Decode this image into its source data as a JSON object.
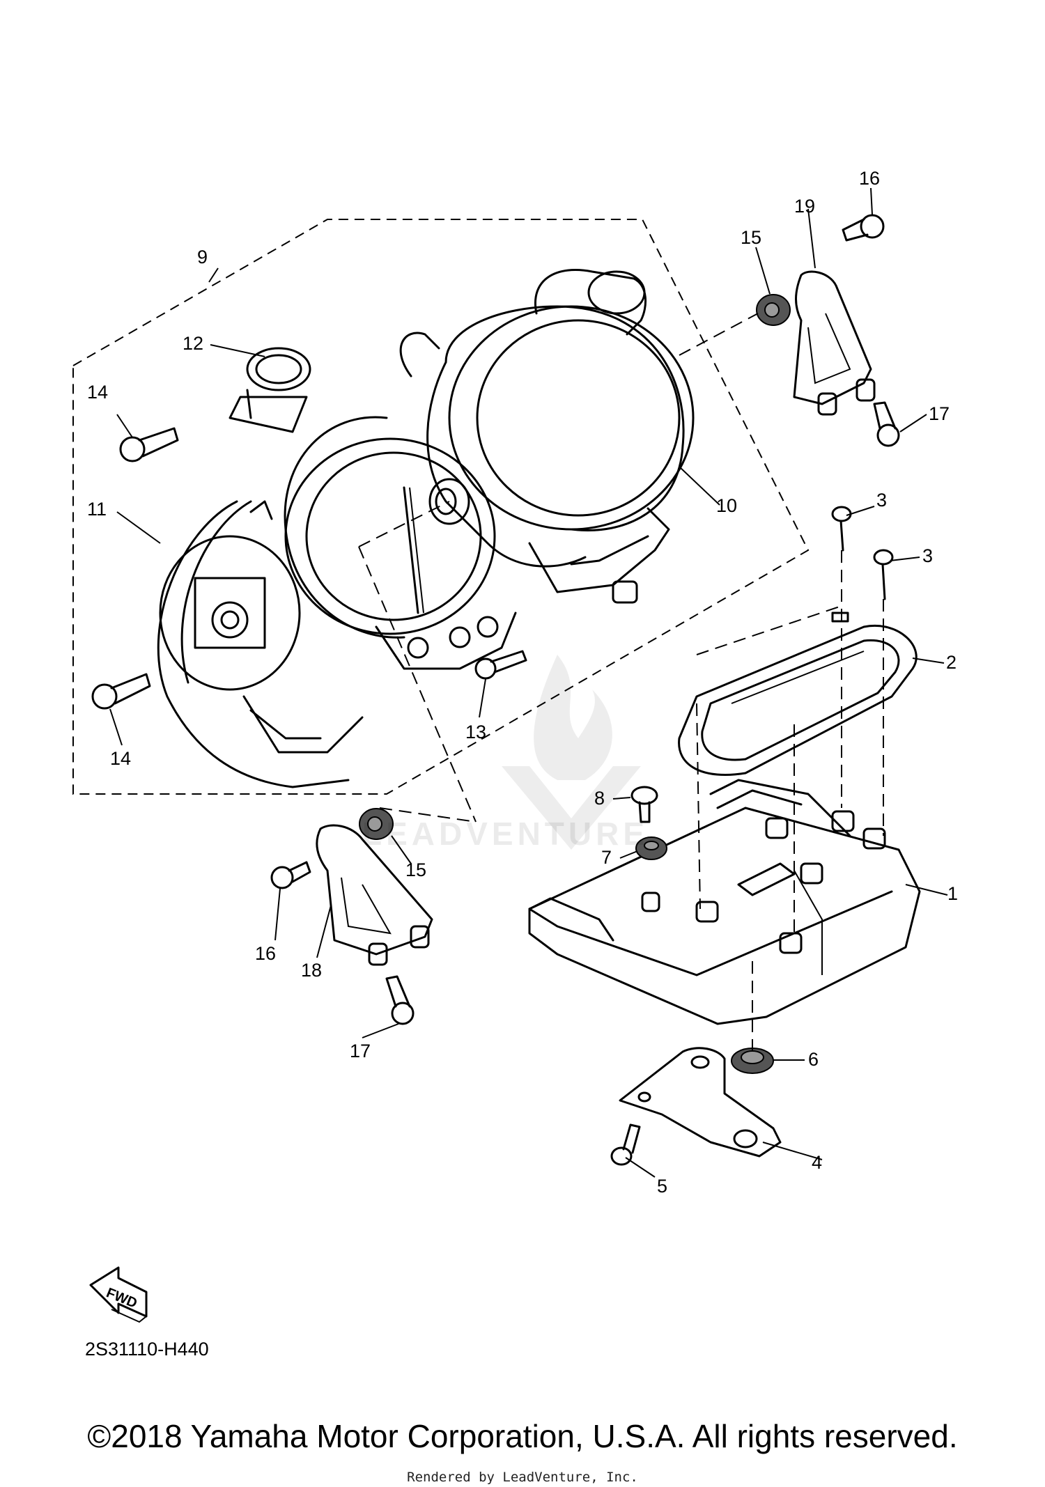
{
  "diagram": {
    "callouts": [
      {
        "id": "1",
        "label": "1"
      },
      {
        "id": "2",
        "label": "2"
      },
      {
        "id": "3a",
        "label": "3"
      },
      {
        "id": "3b",
        "label": "3"
      },
      {
        "id": "4",
        "label": "4"
      },
      {
        "id": "5",
        "label": "5"
      },
      {
        "id": "6",
        "label": "6"
      },
      {
        "id": "7",
        "label": "7"
      },
      {
        "id": "8",
        "label": "8"
      },
      {
        "id": "9",
        "label": "9"
      },
      {
        "id": "10",
        "label": "10"
      },
      {
        "id": "11",
        "label": "11"
      },
      {
        "id": "12",
        "label": "12"
      },
      {
        "id": "13",
        "label": "13"
      },
      {
        "id": "14a",
        "label": "14"
      },
      {
        "id": "14b",
        "label": "14"
      },
      {
        "id": "15a",
        "label": "15"
      },
      {
        "id": "15b",
        "label": "15"
      },
      {
        "id": "16a",
        "label": "16"
      },
      {
        "id": "16b",
        "label": "16"
      },
      {
        "id": "17a",
        "label": "17"
      },
      {
        "id": "17b",
        "label": "17"
      },
      {
        "id": "18",
        "label": "18"
      },
      {
        "id": "19",
        "label": "19"
      }
    ],
    "fwd_label": "FWD",
    "drawing_code": "2S31110-H440"
  },
  "footer": {
    "copyright": "©2018 Yamaha Motor Corporation, U.S.A. All rights reserved.",
    "render_credit": "Rendered by LeadVenture, Inc."
  },
  "watermark": {
    "text": "LEADVENTURE"
  },
  "colors": {
    "line": "#000000",
    "background": "#ffffff"
  }
}
